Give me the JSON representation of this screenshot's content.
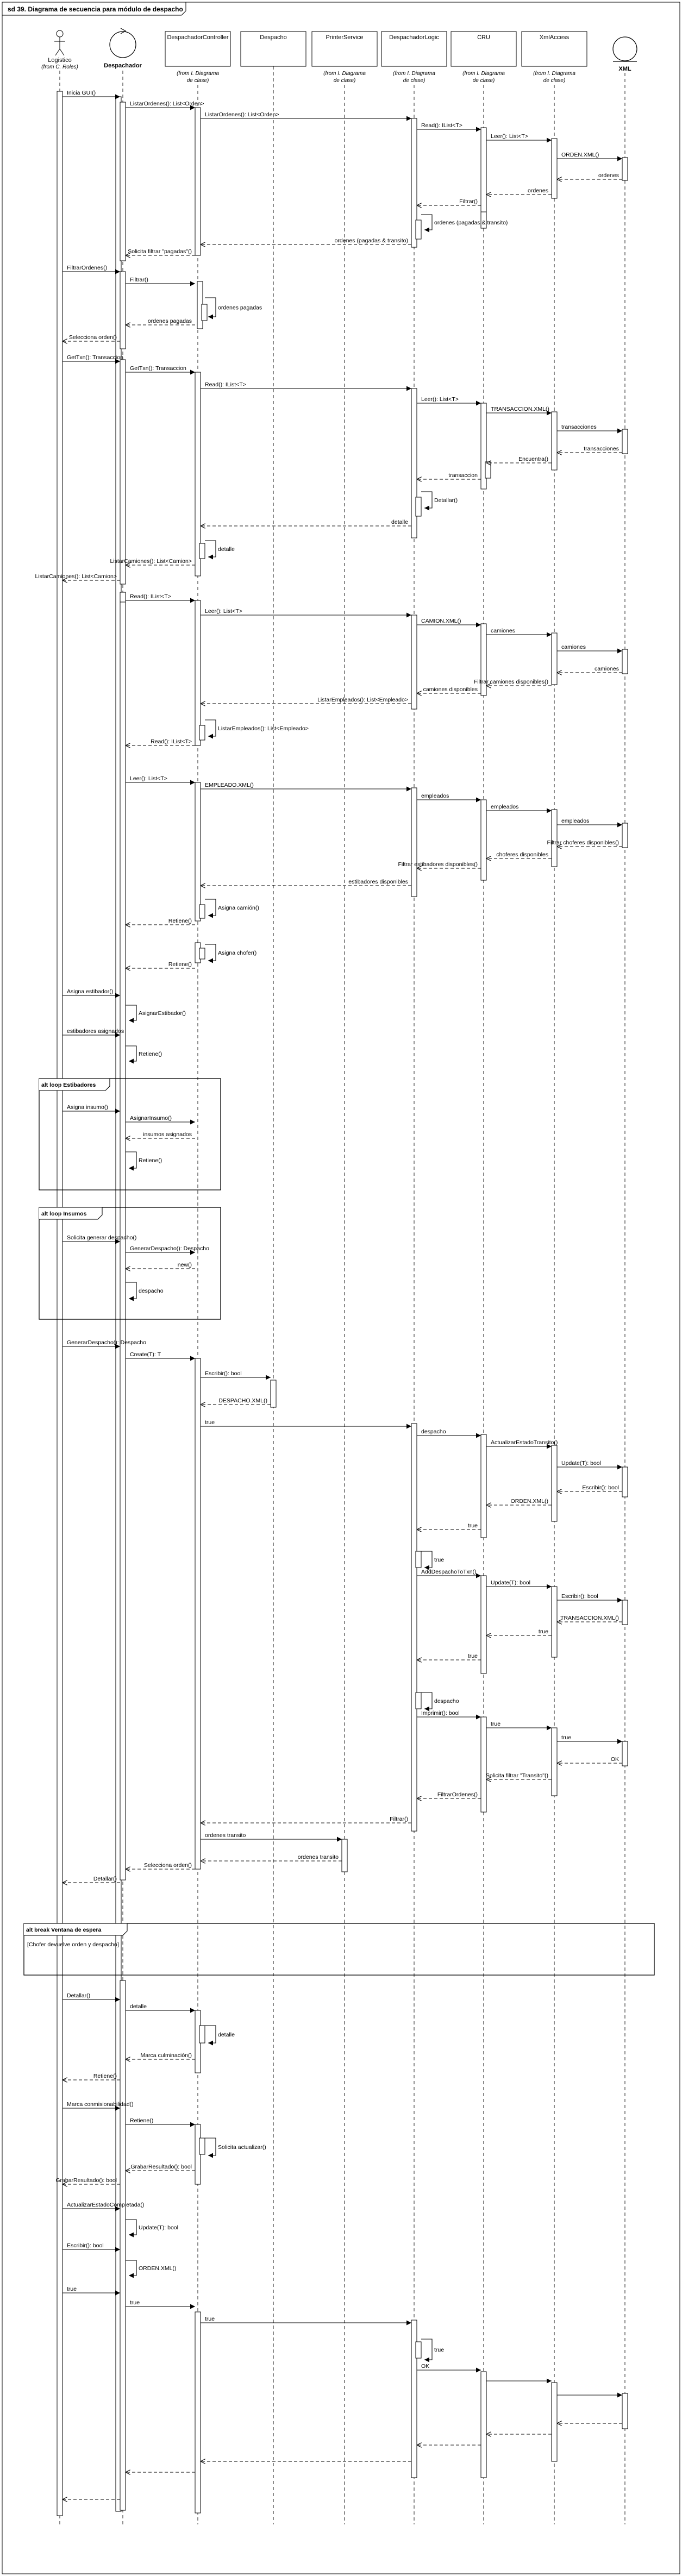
{
  "title": "sd 39. Diagrama de secuencia para módulo de despacho",
  "lifelines": {
    "logistico": {
      "name": "Logistico",
      "note": "(from C. Roles)"
    },
    "despachador": {
      "name": "Despachador"
    },
    "ctrl": {
      "name": "DespachadorController",
      "note": "(from I. Diagrama de clase)"
    },
    "desp": {
      "name": "Despacho"
    },
    "print": {
      "name": "PrinterService",
      "note": "(from I. Diagrama de clase)"
    },
    "logic": {
      "name": "DespachadorLogic",
      "note": "(from I. Diagrama de clase)"
    },
    "cru": {
      "name": "CRU",
      "note": "(from I. Diagrama de clase)"
    },
    "xml": {
      "name": "XmlAccess",
      "note": "(from I. Diagrama de clase)"
    },
    "xmlfile": {
      "name": "XML"
    }
  },
  "messages": [
    "Inicia GUI()",
    "ListarOrdenes(): List<Orden>",
    "ListarOrdenes(): List<Orden>",
    "Read(): IList<T>",
    "Leer(): List<T>",
    "ORDEN.XML()",
    "ordenes",
    "ordenes",
    "Filtrar()",
    "ordenes (pagadas & transito)",
    "ordenes (pagadas & transito)",
    "Solicita filtrar \"pagadas\"()",
    "FiltrarOrdenes()",
    "Filtrar()",
    "ordenes pagadas",
    "ordenes pagadas",
    "Selecciona orden()",
    "GetTxn(): Transaccion",
    "GetTxn(): Transaccion",
    "Read(): IList<T>",
    "Leer(): List<T>",
    "TRANSACCION.XML()",
    "transacciones",
    "transacciones",
    "Encuentra()",
    "transaccion",
    "Detallar()",
    "detalle",
    "detalle",
    "ListarCamiones(): List<Camion>",
    "ListarCamiones(): List<Camion>",
    "Read(): IList<T>",
    "Leer(): List<T>",
    "CAMION.XML()",
    "camiones",
    "camiones",
    "camiones",
    "Filtrar camiones disponibles()",
    "camiones disponibles",
    "ListarEmpleados(): List<Empleado>",
    "ListarEmpleados(): List<Empleado>",
    "Read(): IList<T>",
    "Leer(): List<T>",
    "EMPLEADO.XML()",
    "empleados",
    "empleados",
    "empleados",
    "Filtrar choferes disponibles()",
    "choferes disponibles",
    "Filtrar estibadores disponibles()",
    "estibadores disponibles",
    "Asigna camión()",
    "Retiene()",
    "Asigna chofer()",
    "Retiene()",
    "Asigna estibador()",
    "AsignarEstibador()",
    "estibadores asignados",
    "Retiene()",
    "Asigna insumo()",
    "AsignarInsumo()",
    "insumos asignados",
    "Retiene()",
    "Solicita generar despacho()",
    "GenerarDespacho(): Despacho",
    "new()",
    "despacho",
    "GenerarDespacho(): Despacho",
    "Create(T): T",
    "Escribir(): bool",
    "DESPACHO.XML()",
    "true",
    "despacho",
    "ActualizarEstadoTransito()",
    "Update(T): bool",
    "Escribir(): bool",
    "ORDEN.XML()",
    "true",
    "true",
    "AddDespachoToTxn()",
    "Update(T): bool",
    "Escribir(): bool",
    "TRANSACCION.XML()",
    "true",
    "true",
    "despacho",
    "Imprimir(): bool",
    "true",
    "true",
    "OK",
    "Solicita filtrar \"Transito\"()",
    "FiltrarOrdenes()",
    "Filtrar()",
    "ordenes transito",
    "ordenes transito",
    "Selecciona orden()",
    "Detallar()",
    "Detallar()",
    "detalle",
    "detalle",
    "Marca culminación()",
    "Retiene()",
    "Marca conmisionabilidad()",
    "Retiene()",
    "Solicita actualizar()",
    "GrabarResultado(): bool",
    "GrabarResultado(): bool",
    "ActualizarEstadoCompletada()",
    "Update(T): bool",
    "Escribir(): bool",
    "ORDEN.XML()",
    "true",
    "true",
    "true",
    "true",
    "OK"
  ],
  "fragments": [
    {
      "label": "alt loop Estibadores"
    },
    {
      "label": "alt loop Insumos"
    },
    {
      "label": "alt break Ventana de espera",
      "guard": "[Chofer devuelve orden y despacho]"
    }
  ]
}
